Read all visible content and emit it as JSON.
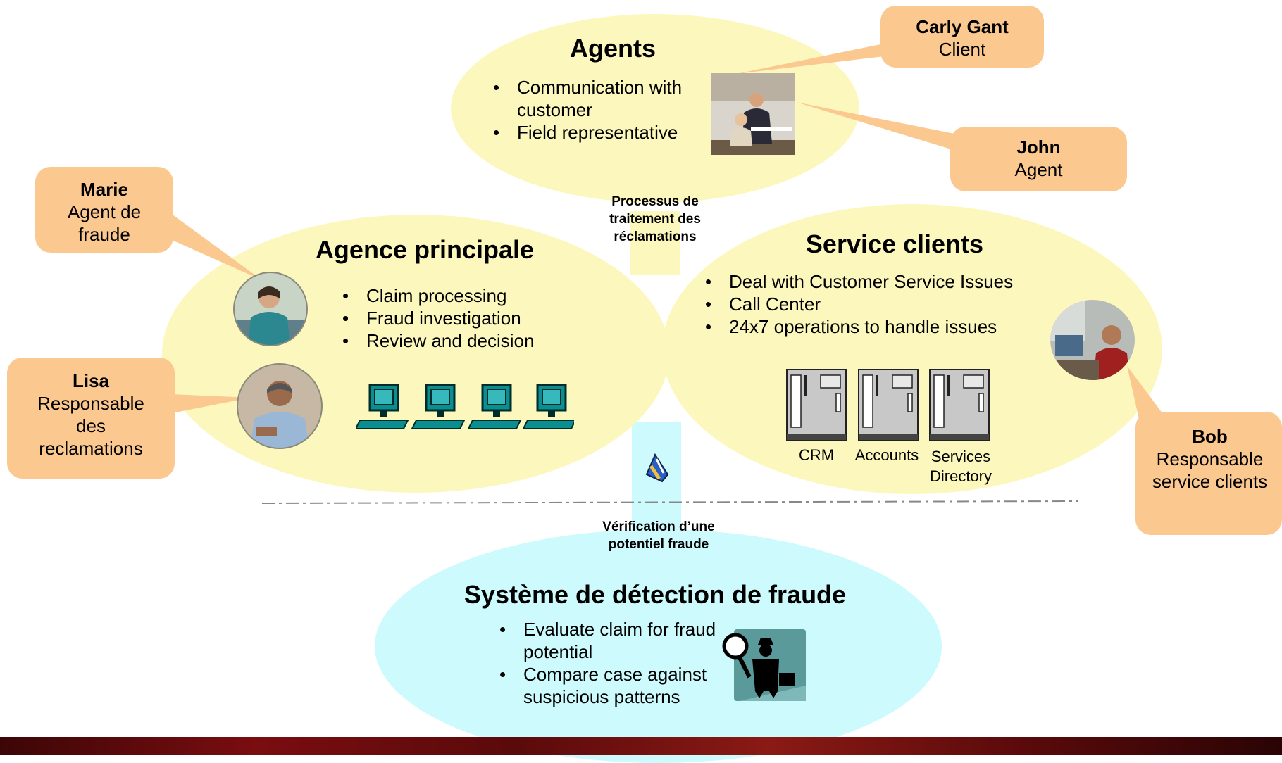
{
  "colors": {
    "ellipse_yellow": "#fcf8bd",
    "ellipse_cyan": "#ccfafd",
    "connector_cyan": "#ccfafd",
    "callout_fill": "#fbc890",
    "computer_teal": "#008b8b",
    "footer_red": "#6e0a0c"
  },
  "agents": {
    "title": "Agents",
    "items": [
      "Communication with customer",
      "Field representative"
    ]
  },
  "agence": {
    "title": "Agence principale",
    "items": [
      "Claim processing",
      "Fraud investigation",
      "Review and decision"
    ]
  },
  "service": {
    "title": "Service clients",
    "items": [
      "Deal with Customer Service Issues",
      "Call Center",
      "24x7 operations to handle issues"
    ],
    "servers": [
      "CRM",
      "Accounts",
      "Services\nDirectory"
    ]
  },
  "fraude": {
    "title": "Système de détection de fraude",
    "items": [
      "Evaluate claim for fraud potential",
      "Compare case against suspicious patterns"
    ]
  },
  "process_label": "Processus de traitement des réclamations",
  "verification_label": "Vérification d’une potentiel fraude",
  "people": {
    "carly": {
      "name": "Carly Gant",
      "role": "Client"
    },
    "john": {
      "name": "John",
      "role": "Agent"
    },
    "marie": {
      "name": "Marie",
      "role": "Agent de fraude"
    },
    "lisa": {
      "name": "Lisa",
      "role": "Responsable des reclamations"
    },
    "bob": {
      "name": "Bob",
      "role": "Responsable service clients"
    }
  }
}
